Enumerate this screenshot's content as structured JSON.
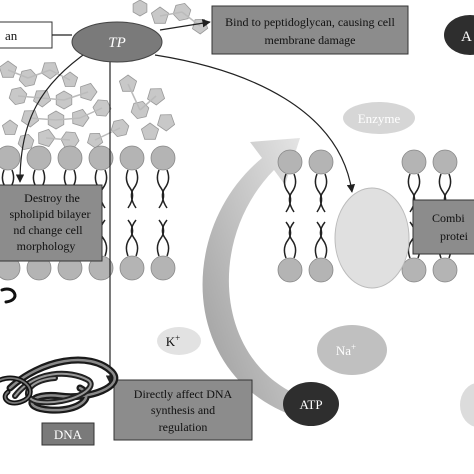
{
  "labels": {
    "peptidoglycan_fragment": "an",
    "tp": "TP",
    "bind_line1": "Bind to peptidoglycan, causing cell",
    "bind_line2": "membrane damage",
    "right_top_fragment": "A",
    "enzyme": "Enzyme",
    "destroy_line1": "Destroy the",
    "destroy_line2": "spholipid bilayer",
    "destroy_line3": "nd change cell",
    "destroy_line4": "morphology",
    "combine_line1": "Combi",
    "combine_line2": "protei",
    "k_plus": "K",
    "k_sup": "+",
    "na_plus": "Na",
    "na_sup": "+",
    "dna_affect_line1": "Directly affect DNA",
    "dna_affect_line2": "synthesis and",
    "dna_affect_line3": "regulation",
    "atp": "ATP",
    "dna": "DNA"
  },
  "colors": {
    "box_fill": "#8c8c8c",
    "tp_fill": "#7a7a7a",
    "dark_oval": "#2e2e2e",
    "enzyme_fill": "#d6d6d6",
    "head_fill": "#b4b4b4",
    "arrow_fill": "#cfcfcf",
    "pentagon_fill": "#c8c8c8"
  }
}
